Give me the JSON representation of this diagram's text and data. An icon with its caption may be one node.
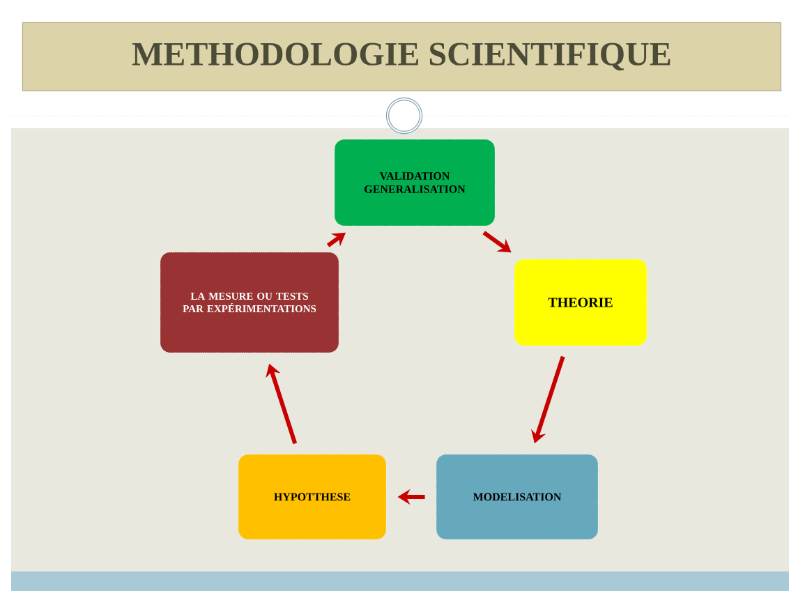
{
  "diagram": {
    "title": "METHODOLOGIE SCIENTIFIQUE",
    "nodes": [
      {
        "text": [
          "VALIDATION GENERALISATION"
        ]
      },
      {
        "text": [
          "LA MESURE OU TESTS PAR EXPÉRIMENTATIONS"
        ]
      },
      {
        "text": [
          "THEORIE"
        ]
      },
      {
        "text": [
          "HYPOTTHESE"
        ]
      },
      {
        "text": [
          "MODELISATION"
        ]
      }
    ],
    "edges": [
      {
        "from": 1,
        "to": 0,
        "arrow": "to"
      },
      {
        "from": 0,
        "to": 2,
        "arrow": "to"
      },
      {
        "from": 2,
        "to": 4,
        "arrow": "to"
      },
      {
        "from": 4,
        "to": 3,
        "arrow": "to"
      },
      {
        "from": 3,
        "to": 1,
        "arrow": "to"
      }
    ]
  }
}
